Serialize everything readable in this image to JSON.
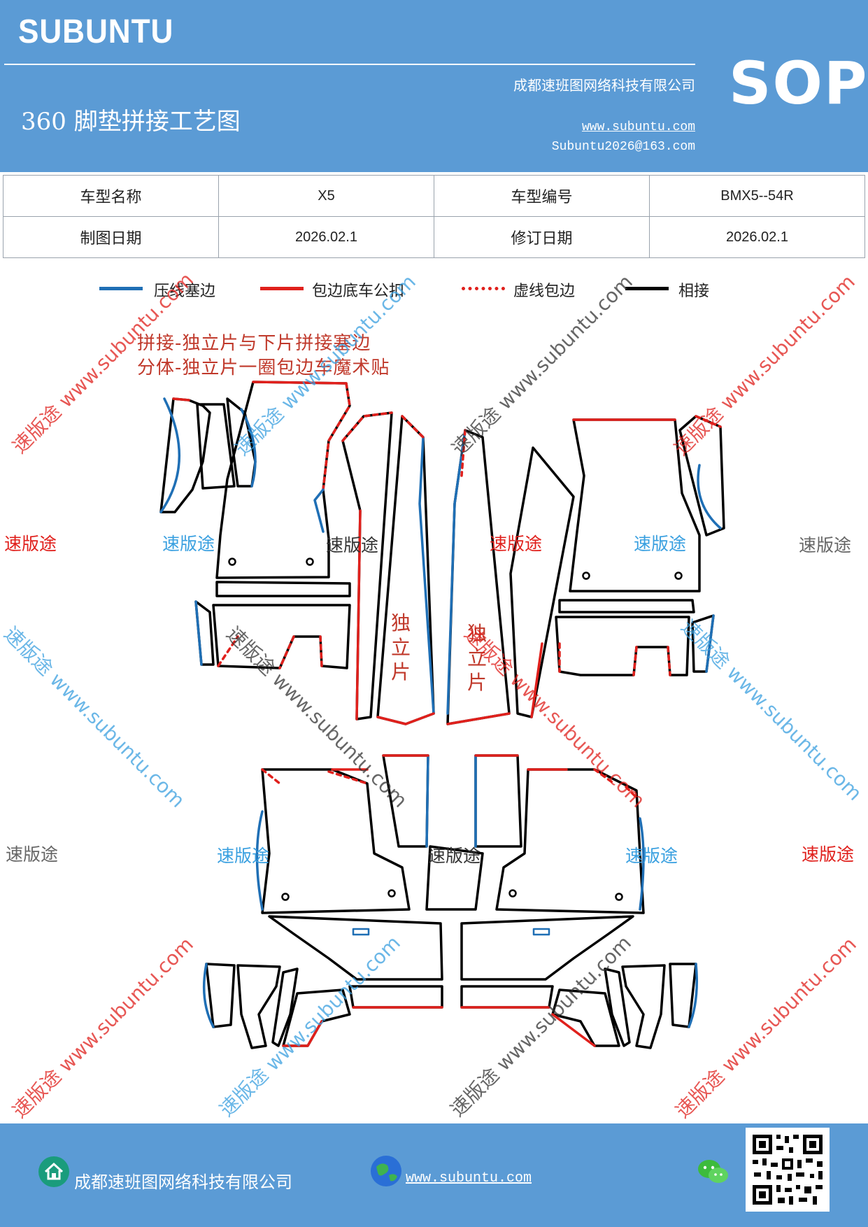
{
  "header": {
    "brand": "SUBUNTU",
    "title": "360 脚垫拼接工艺图",
    "company": "成都速班图网络科技有限公司",
    "website": "www.subuntu.com",
    "email": "Subuntu2026@163.com",
    "badge": "SOP"
  },
  "info": {
    "model_name_label": "车型名称",
    "model_name": "X5",
    "model_code_label": "车型编号",
    "model_code": "BMX5--54R",
    "draw_date_label": "制图日期",
    "draw_date": "2026.02.1",
    "revise_date_label": "修订日期",
    "revise_date": "2026.02.1"
  },
  "legend": [
    {
      "label": "压线塞边",
      "color": "#1f6fb5",
      "style": "solid"
    },
    {
      "label": "包边底车公扣",
      "color": "#e0201c",
      "style": "solid"
    },
    {
      "label": "虚线包边",
      "color": "#e0201c",
      "style": "dotted"
    },
    {
      "label": "相接",
      "color": "#000000",
      "style": "solid"
    }
  ],
  "notes": {
    "line1": "拼接-独立片与下片拼接塞边",
    "line2": "分体-独立片一圈包边车魔术贴"
  },
  "piece_labels": {
    "independent_left": [
      "独",
      "立",
      "片"
    ],
    "independent_right": [
      "独",
      "立",
      "片"
    ]
  },
  "watermarks": {
    "short": "速版途",
    "long": "速版途 www.subuntu.com",
    "url": "www.subuntu.com"
  },
  "footer": {
    "company": "成都速班图网络科技有限公司",
    "website": "www.subuntu.com"
  },
  "colors": {
    "header_bg": "#5b9bd5",
    "blue_line": "#1f6fb5",
    "red_line": "#e0201c",
    "black_line": "#000000"
  },
  "icons": [
    "home-icon",
    "globe-icon",
    "wechat-icon",
    "qr-code"
  ]
}
